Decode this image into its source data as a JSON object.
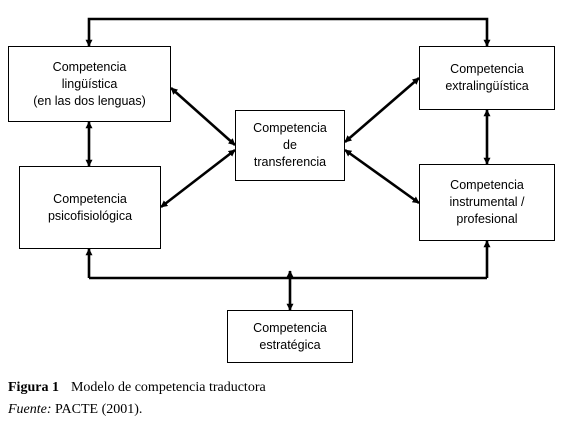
{
  "boxes": {
    "linguistica": [
      "Competencia",
      "lingüística",
      "(en las dos lenguas)"
    ],
    "psicofisiologica": [
      "Competencia",
      "psicofisiológica"
    ],
    "transferencia": [
      "Competencia",
      "de",
      "transferencia"
    ],
    "extralinguistica": [
      "Competencia",
      "extralingüística"
    ],
    "instrumental": [
      "Competencia",
      "instrumental /",
      "profesional"
    ],
    "estrategica": [
      "Competencia",
      "estratégica"
    ]
  },
  "caption": {
    "label": "Figura 1",
    "title": "Modelo de competencia traductora",
    "source_label": "Fuente:",
    "source_text": " PACTE (2001)."
  }
}
